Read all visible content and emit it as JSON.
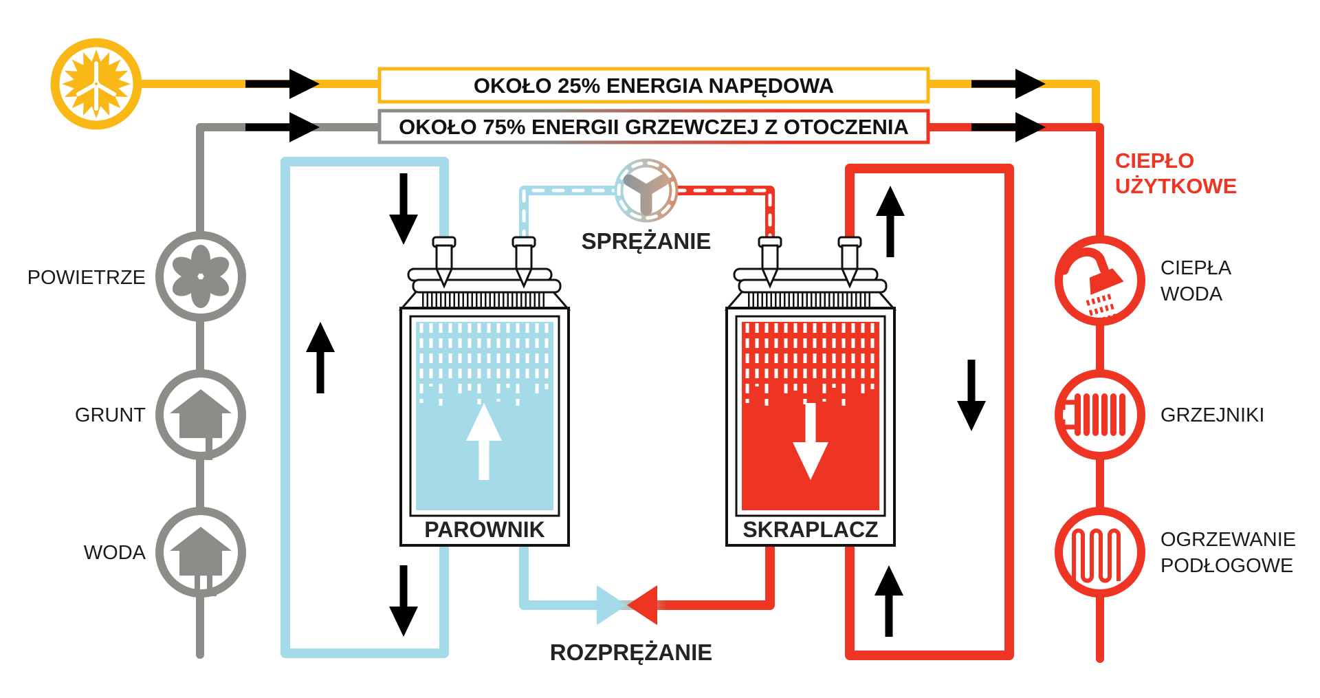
{
  "banners": {
    "drive": "OKOŁO 25% ENERGIA NAPĘDOWA",
    "ambient": "OKOŁO 75% ENERGII GRZEWCZEJ Z OTOCZENIA"
  },
  "heat_sources": [
    {
      "label": "POWIETRZE",
      "icon": "fan-icon"
    },
    {
      "label": "GRUNT",
      "icon": "house-ground-probe-icon"
    },
    {
      "label": "WODA",
      "icon": "house-water-well-icon"
    }
  ],
  "components": {
    "evaporator": "PAROWNIK",
    "condenser": "SKRAPLACZ",
    "compression": "SPRĘŻANIE",
    "expansion": "ROZPRĘŻANIE"
  },
  "useful_heat": {
    "heading_lines": [
      "CIEPŁO",
      "UŻYTKOWE"
    ],
    "uses": [
      {
        "lines": [
          "CIEPŁA",
          "WODA"
        ],
        "icon": "shower-icon"
      },
      {
        "lines": [
          "GRZEJNIKI",
          ""
        ],
        "icon": "radiator-icon"
      },
      {
        "lines": [
          "OGRZEWANIE",
          "PODŁOGOWE"
        ],
        "icon": "floor-heating-coil-icon"
      }
    ]
  },
  "source_icon": "sun-wind-turbine-icon",
  "colors": {
    "drive_energy_yellow": "#F9B816",
    "ambient_source_gray": "#8C8C88",
    "useful_heat_red": "#EE3524",
    "cold_side_blue": "#A5DAE8",
    "arrow_black": "#000000"
  }
}
